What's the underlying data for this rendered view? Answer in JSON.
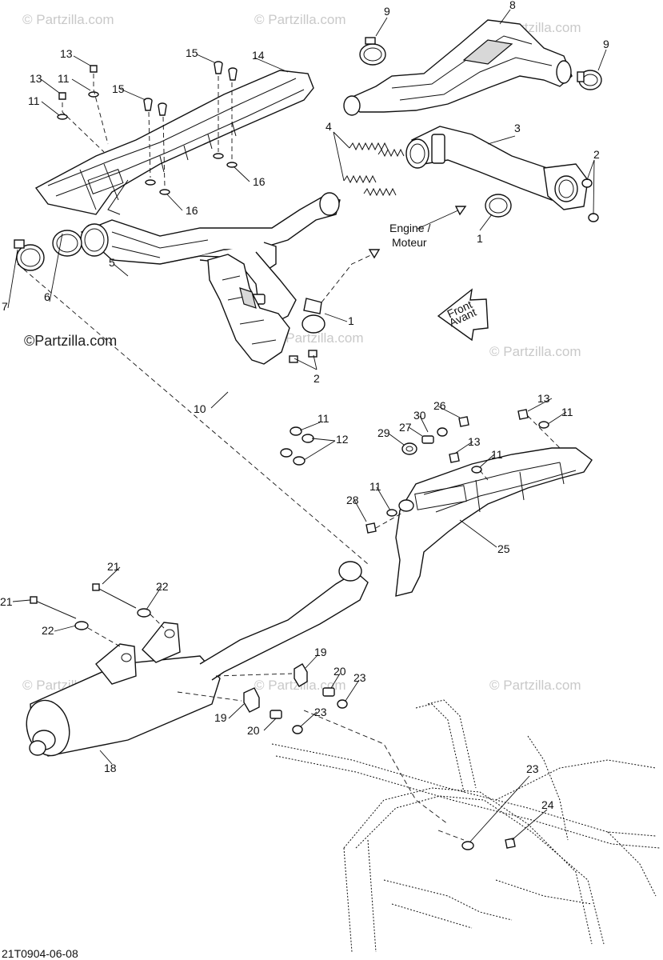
{
  "watermark": "© Partzilla.com",
  "watermark_brand": "©Partzilla.com",
  "engine_label": [
    "Engine /",
    "Moteur"
  ],
  "front_label": [
    "Front",
    "Avant"
  ],
  "drawing_code": "21T0904-06-08",
  "callouts": {
    "c1a": "1",
    "c1b": "1",
    "c2a": "2",
    "c2b": "2",
    "c3": "3",
    "c4": "4",
    "c5": "5",
    "c6": "6",
    "c7": "7",
    "c8": "8",
    "c9a": "9",
    "c9b": "9",
    "c10": "10",
    "c11a": "11",
    "c11b": "11",
    "c11c": "11",
    "c11d": "11",
    "c11e": "11",
    "c11f": "11",
    "c12": "12",
    "c13a": "13",
    "c13b": "13",
    "c13c": "13",
    "c13d": "13",
    "c14": "14",
    "c15a": "15",
    "c15b": "15",
    "c16a": "16",
    "c16b": "16",
    "c18": "18",
    "c19a": "19",
    "c19b": "19",
    "c20a": "20",
    "c20b": "20",
    "c21a": "21",
    "c21b": "21",
    "c22a": "22",
    "c22b": "22",
    "c23a": "23",
    "c23b": "23",
    "c23c": "23",
    "c24": "24",
    "c25": "25",
    "c26": "26",
    "c27": "27",
    "c28": "28",
    "c29": "29",
    "c30": "30"
  }
}
